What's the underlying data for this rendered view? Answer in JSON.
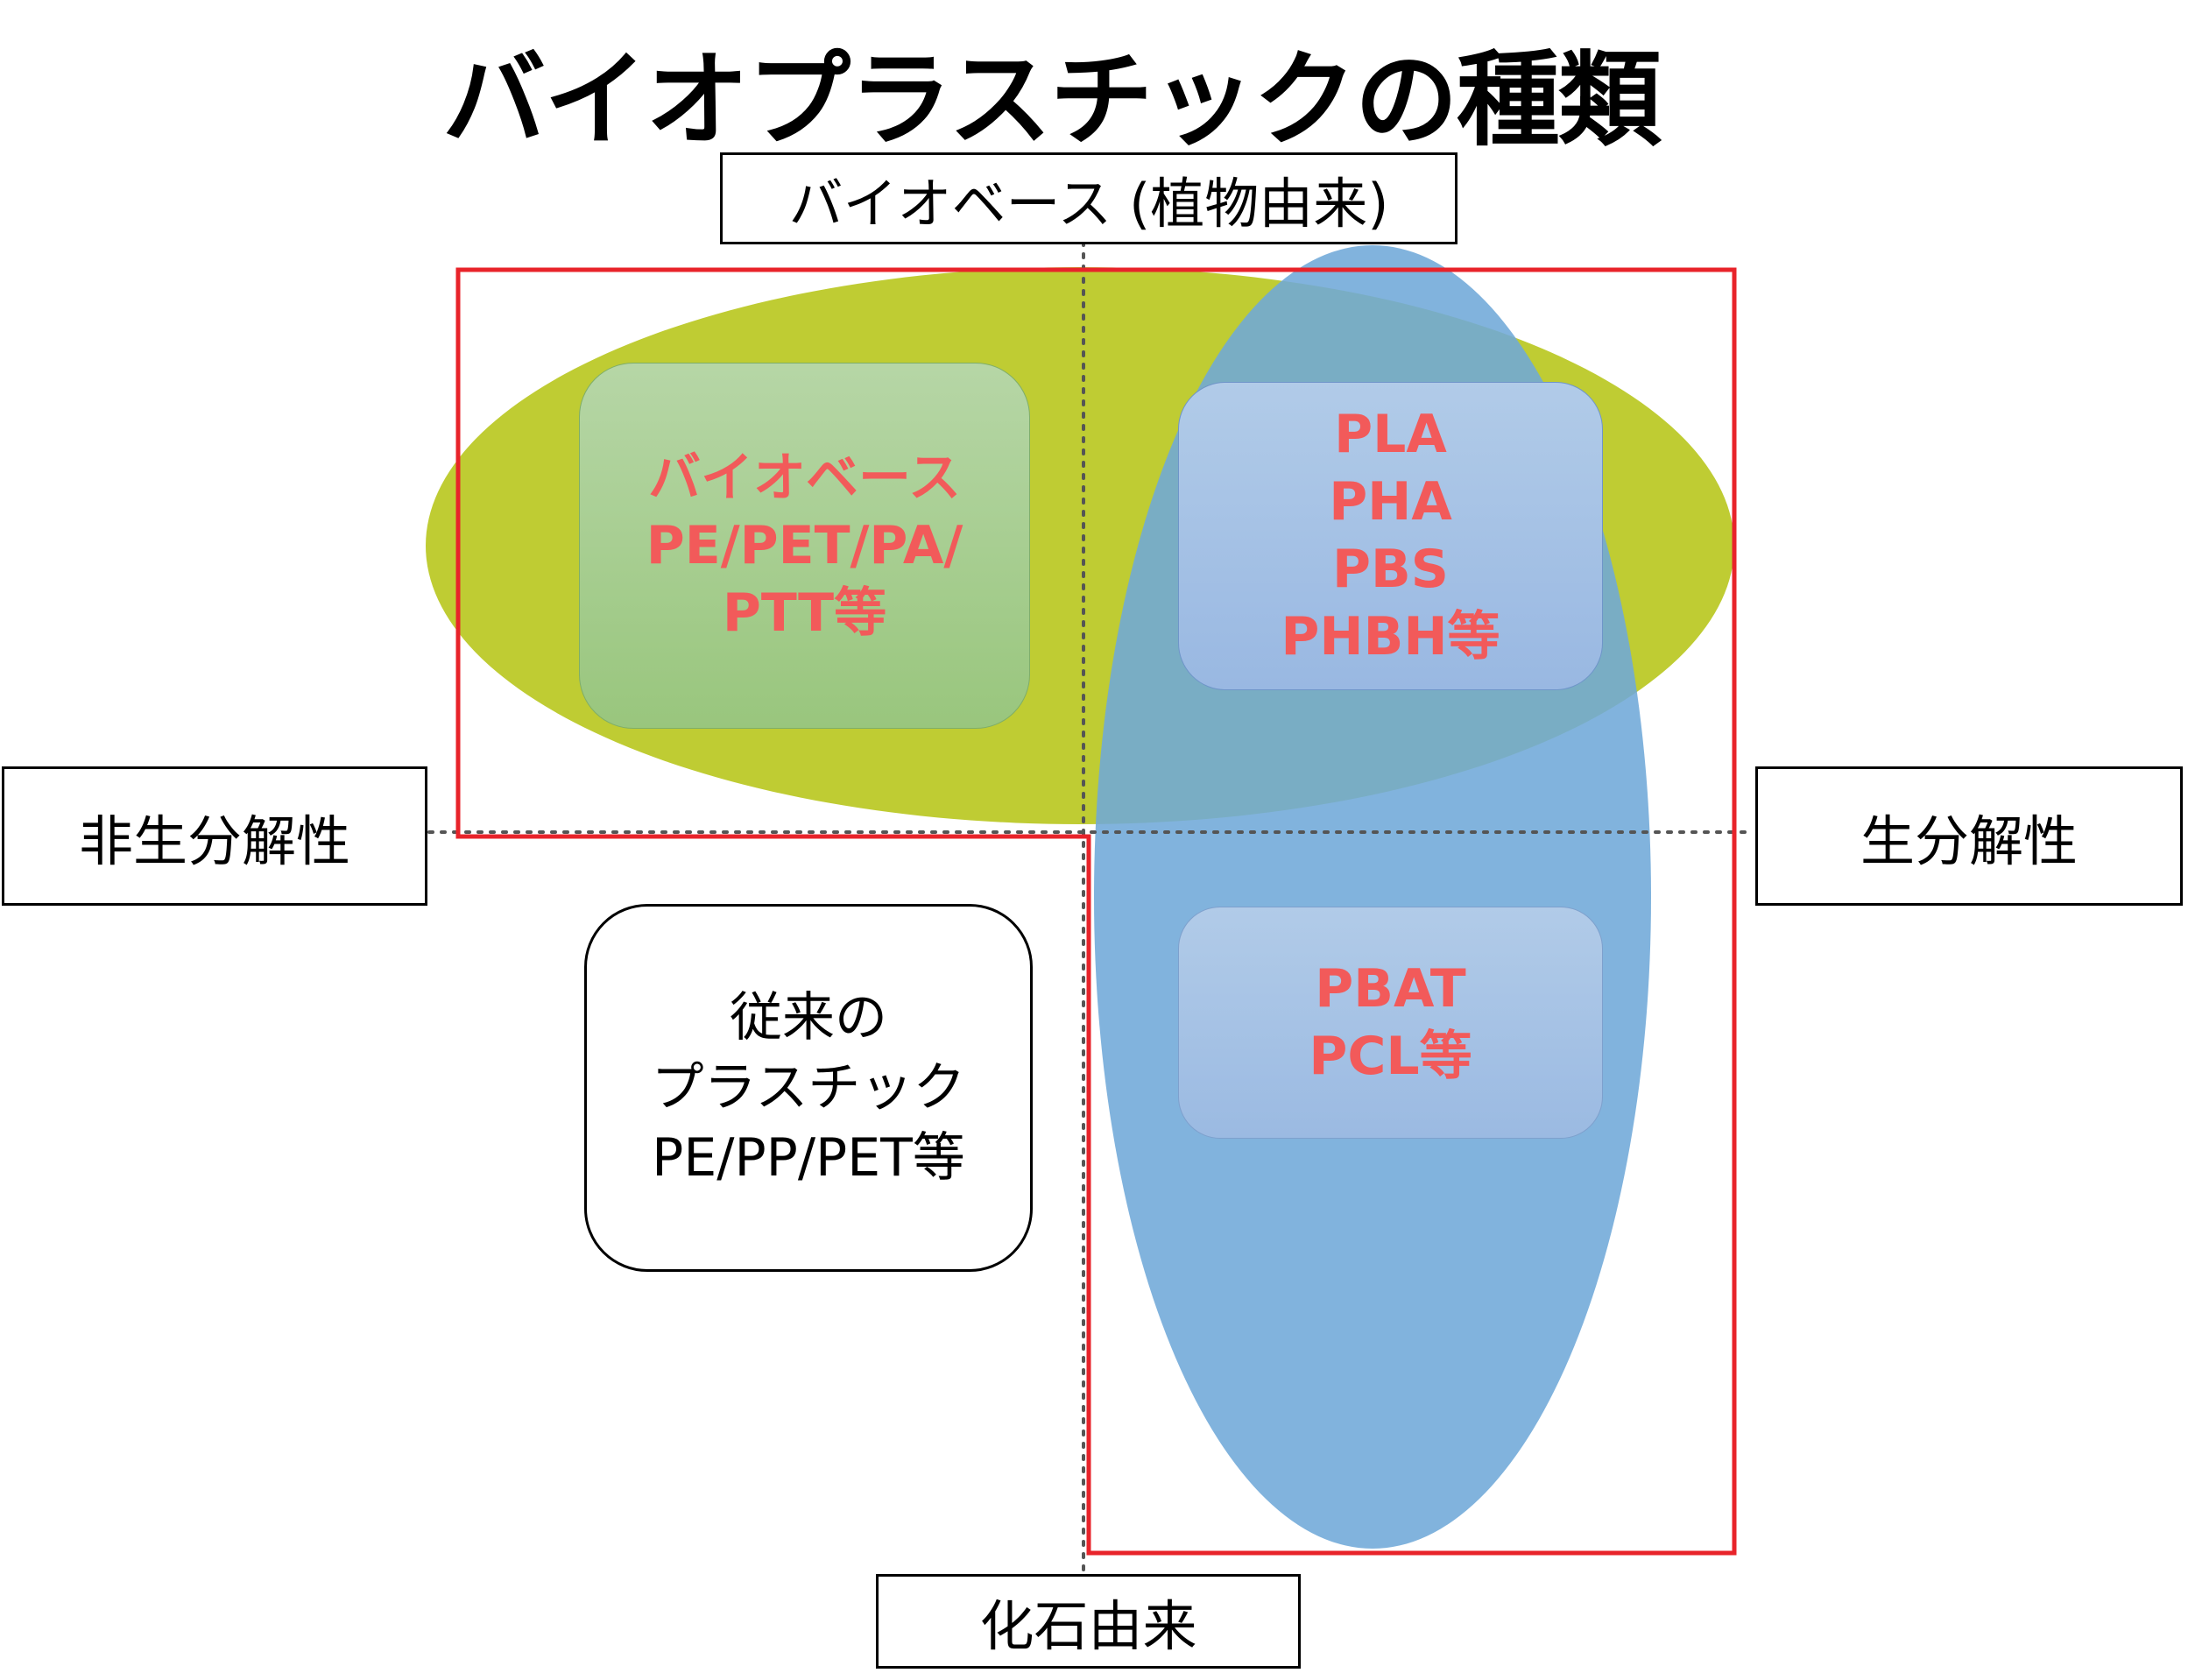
{
  "title": "バイオプラスチックの種類",
  "axes": {
    "top": "バイオベース (植物由来)",
    "bottom": "化石由来",
    "left": "非生分解性",
    "right": "生分解性"
  },
  "quadrants": {
    "biobased_non_biodegradable": [
      "バイオベース",
      "PE/PET/PA/",
      "PTT等"
    ],
    "biobased_biodegradable": [
      "PLA",
      "PHA",
      "PBS",
      "PHBH等"
    ],
    "fossil_biodegradable": [
      "PBAT",
      "PCL等"
    ],
    "fossil_non_biodegradable": [
      "従来の",
      "プラスチック",
      "PE/PP/PET等"
    ]
  },
  "colors": {
    "bio_ellipse": "#bfcc33",
    "biodegradable_ellipse": "#6fa8d8",
    "bioplastic_outline": "#e8232a",
    "label_text": "#f25a5a",
    "axis_lines": "#555555"
  }
}
